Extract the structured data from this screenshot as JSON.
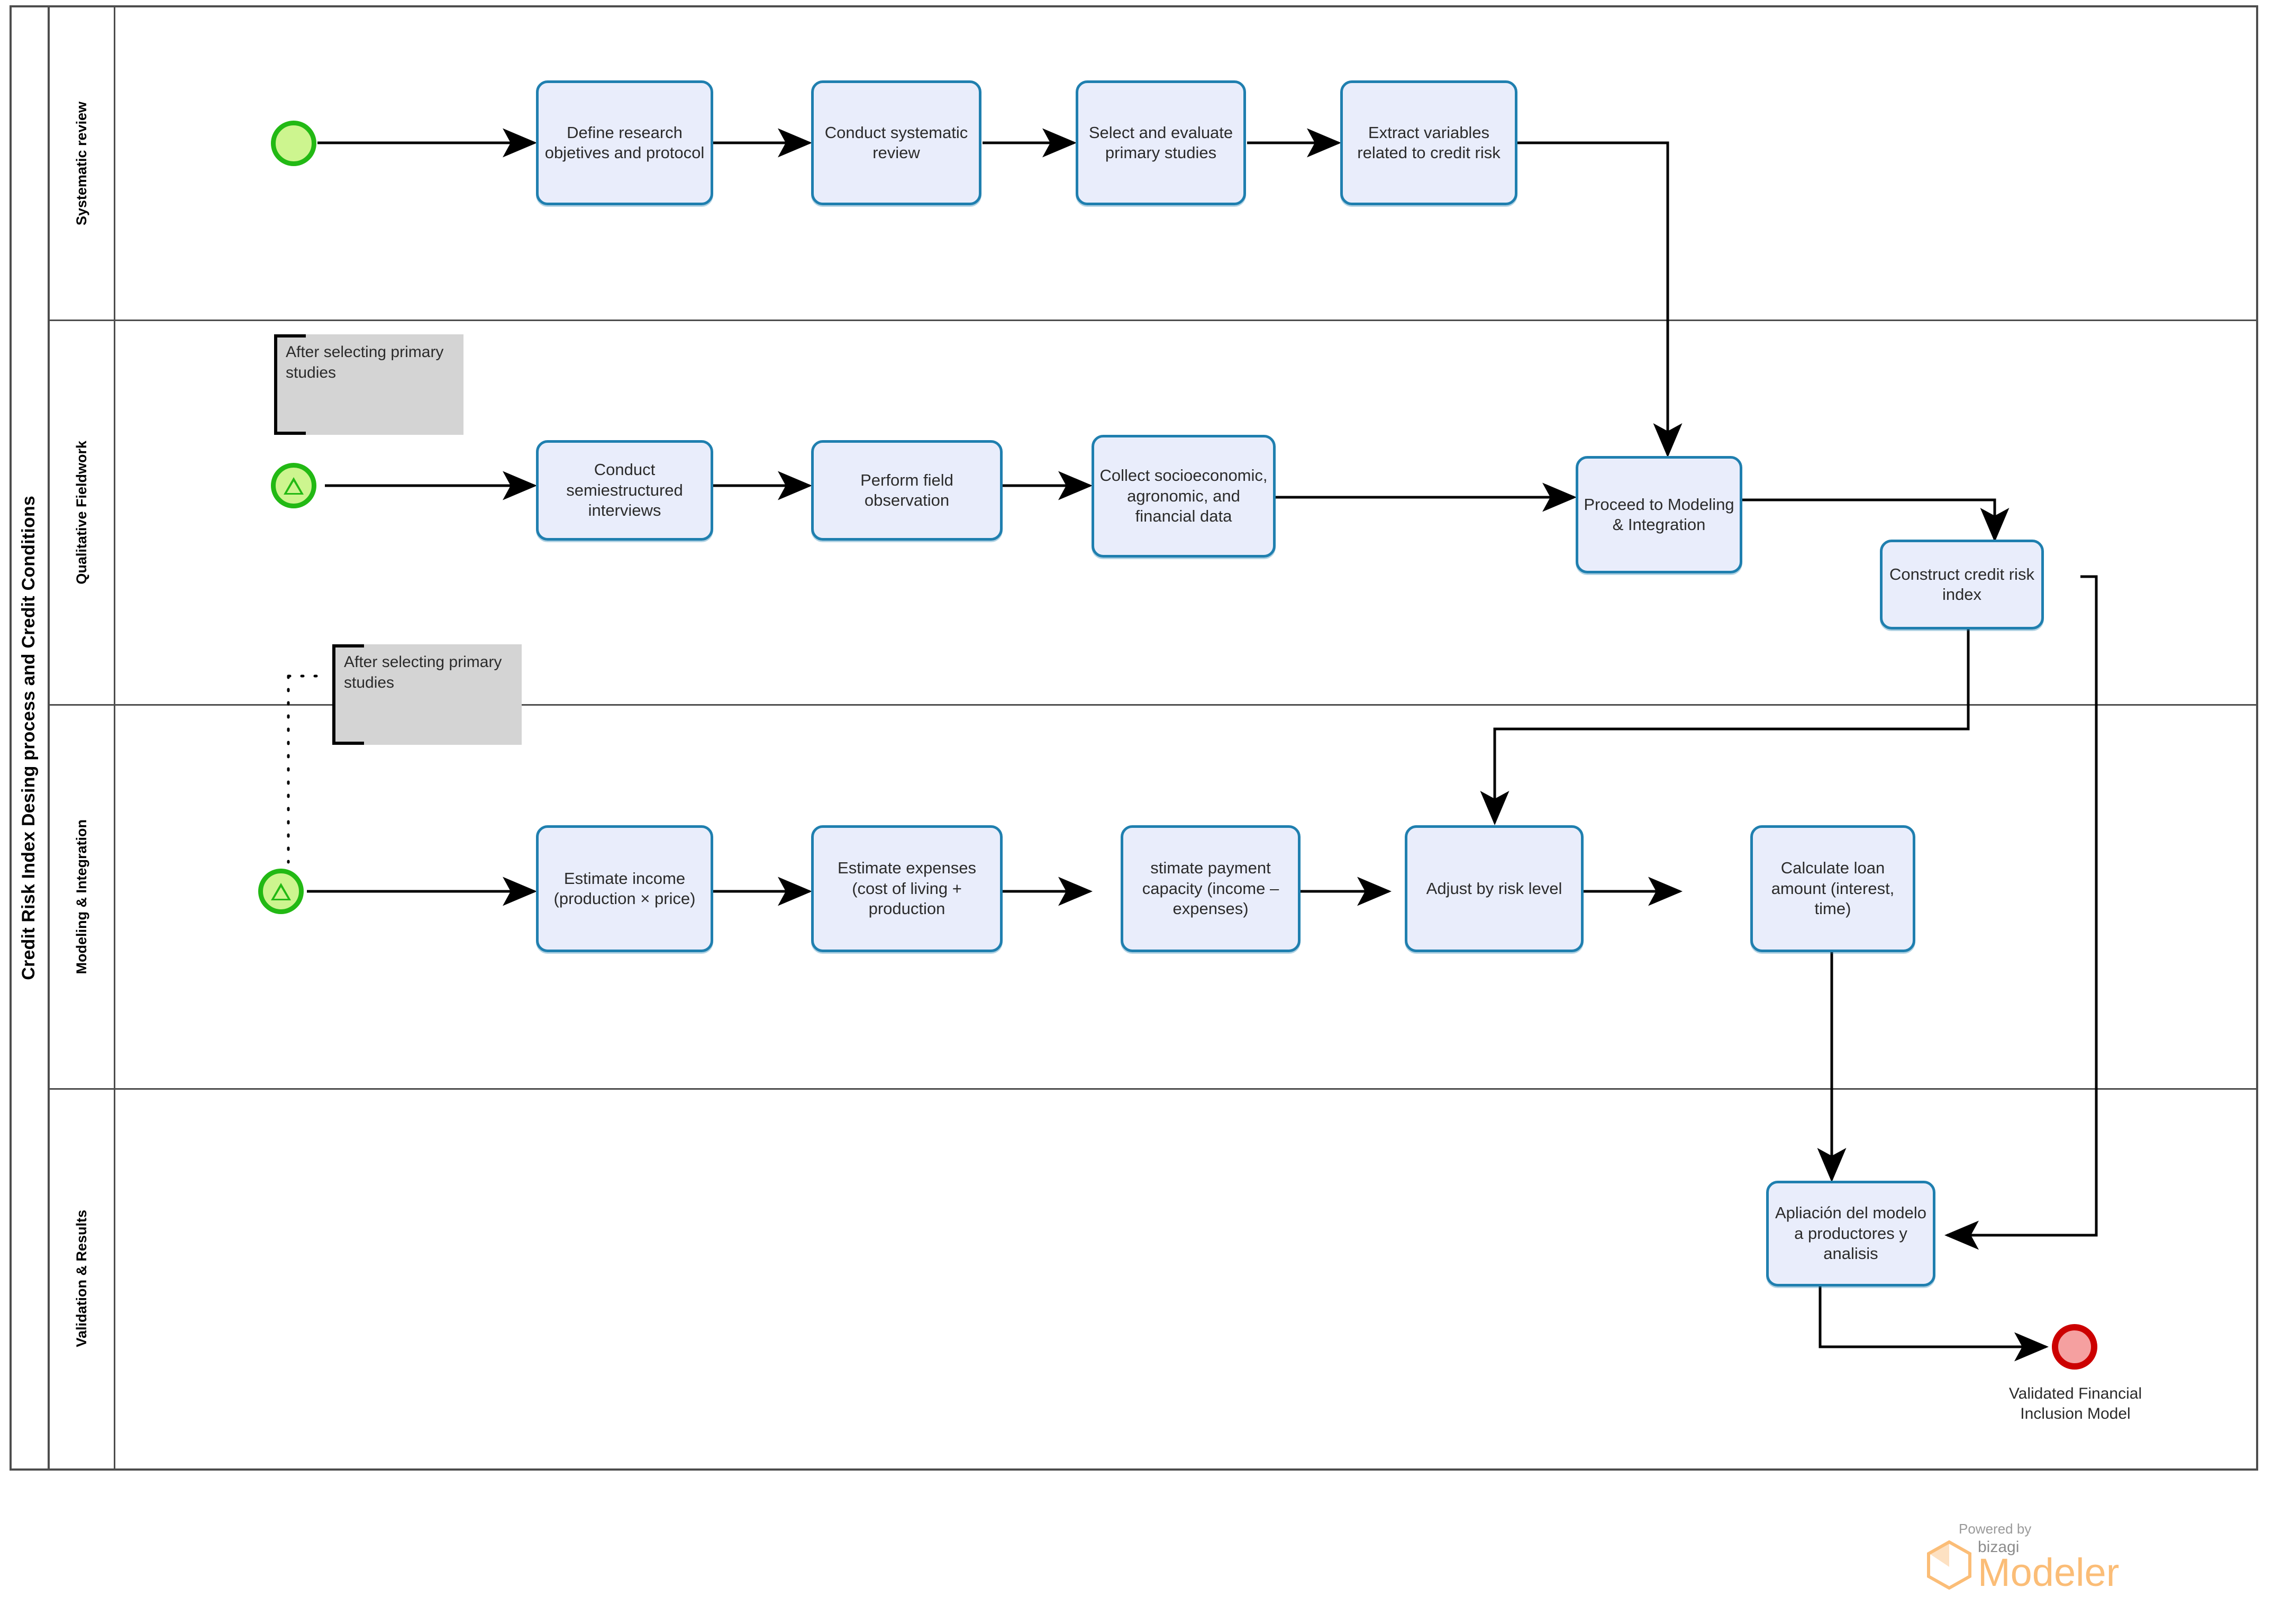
{
  "pool": {
    "title": "Credit Risk Index Desing process and Credit Conditions"
  },
  "lanes": [
    {
      "id": "systematic-review",
      "label": "Systematic review"
    },
    {
      "id": "qualitative-fieldwork",
      "label": "Qualitative Fieldwork"
    },
    {
      "id": "modeling-integration",
      "label": "Modeling & Integration"
    },
    {
      "id": "validation-results",
      "label": "Validation & Results"
    }
  ],
  "events": [
    {
      "id": "start-systematic",
      "type": "start-none",
      "lane": "systematic-review",
      "label": ""
    },
    {
      "id": "start-fieldwork",
      "type": "start-signal",
      "lane": "qualitative-fieldwork",
      "label": ""
    },
    {
      "id": "start-modeling",
      "type": "start-signal",
      "lane": "modeling-integration",
      "label": ""
    },
    {
      "id": "end-validated",
      "type": "end-terminate",
      "lane": "validation-results",
      "label": "Validated Financial Inclusion Model"
    }
  ],
  "tasks": [
    {
      "id": "define-research-objectives",
      "lane": "systematic-review",
      "label": "Define research objetives and protocol"
    },
    {
      "id": "conduct-systematic-review",
      "lane": "systematic-review",
      "label": "Conduct systematic review"
    },
    {
      "id": "select-evaluate-studies",
      "lane": "systematic-review",
      "label": "Select and evaluate primary studies"
    },
    {
      "id": "extract-variables",
      "lane": "systematic-review",
      "label": "Extract variables related to credit risk"
    },
    {
      "id": "conduct-interviews",
      "lane": "qualitative-fieldwork",
      "label": "Conduct semiestructured interviews"
    },
    {
      "id": "perform-field-observation",
      "lane": "qualitative-fieldwork",
      "label": "Perform field observation"
    },
    {
      "id": "collect-data",
      "lane": "qualitative-fieldwork",
      "label": "Collect socioeconomic, agronomic, and financial data"
    },
    {
      "id": "proceed-modeling",
      "lane": "qualitative-fieldwork",
      "label": "Proceed to Modeling & Integration"
    },
    {
      "id": "construct-risk-index",
      "lane": "qualitative-fieldwork",
      "label": "Construct credit risk index"
    },
    {
      "id": "estimate-income",
      "lane": "modeling-integration",
      "label": "Estimate income (production × price)"
    },
    {
      "id": "estimate-expenses",
      "lane": "modeling-integration",
      "label": "Estimate expenses (cost of living + production"
    },
    {
      "id": "estimate-payment-capacity",
      "lane": "modeling-integration",
      "label": "stimate payment capacity (income – expenses)"
    },
    {
      "id": "adjust-by-risk-level",
      "lane": "modeling-integration",
      "label": "Adjust by risk level"
    },
    {
      "id": "calculate-loan-amount",
      "lane": "modeling-integration",
      "label": "Calculate loan amount (interest, time)"
    },
    {
      "id": "apliacion-modelo",
      "lane": "validation-results",
      "label": "Apliación del modelo a productores y analisis"
    }
  ],
  "annotations": [
    {
      "id": "annotation-fieldwork",
      "text": "After selecting primary studies"
    },
    {
      "id": "annotation-modeling",
      "text": "After selecting primary studies"
    }
  ],
  "brand": {
    "powered": "Powered by",
    "product": "bizagi",
    "name": "Modeler"
  },
  "colors": {
    "task_fill": "#e9edfb",
    "task_border": "#1f7faf",
    "start_event": "#22b914",
    "start_event_fill": "#cdf58f",
    "end_event": "#cc0000",
    "end_event_fill": "#f5a0a0",
    "annotation_fill": "#d4d4d4",
    "lane_border": "#4d4d4d",
    "brand_accent": "#fbbd77"
  }
}
